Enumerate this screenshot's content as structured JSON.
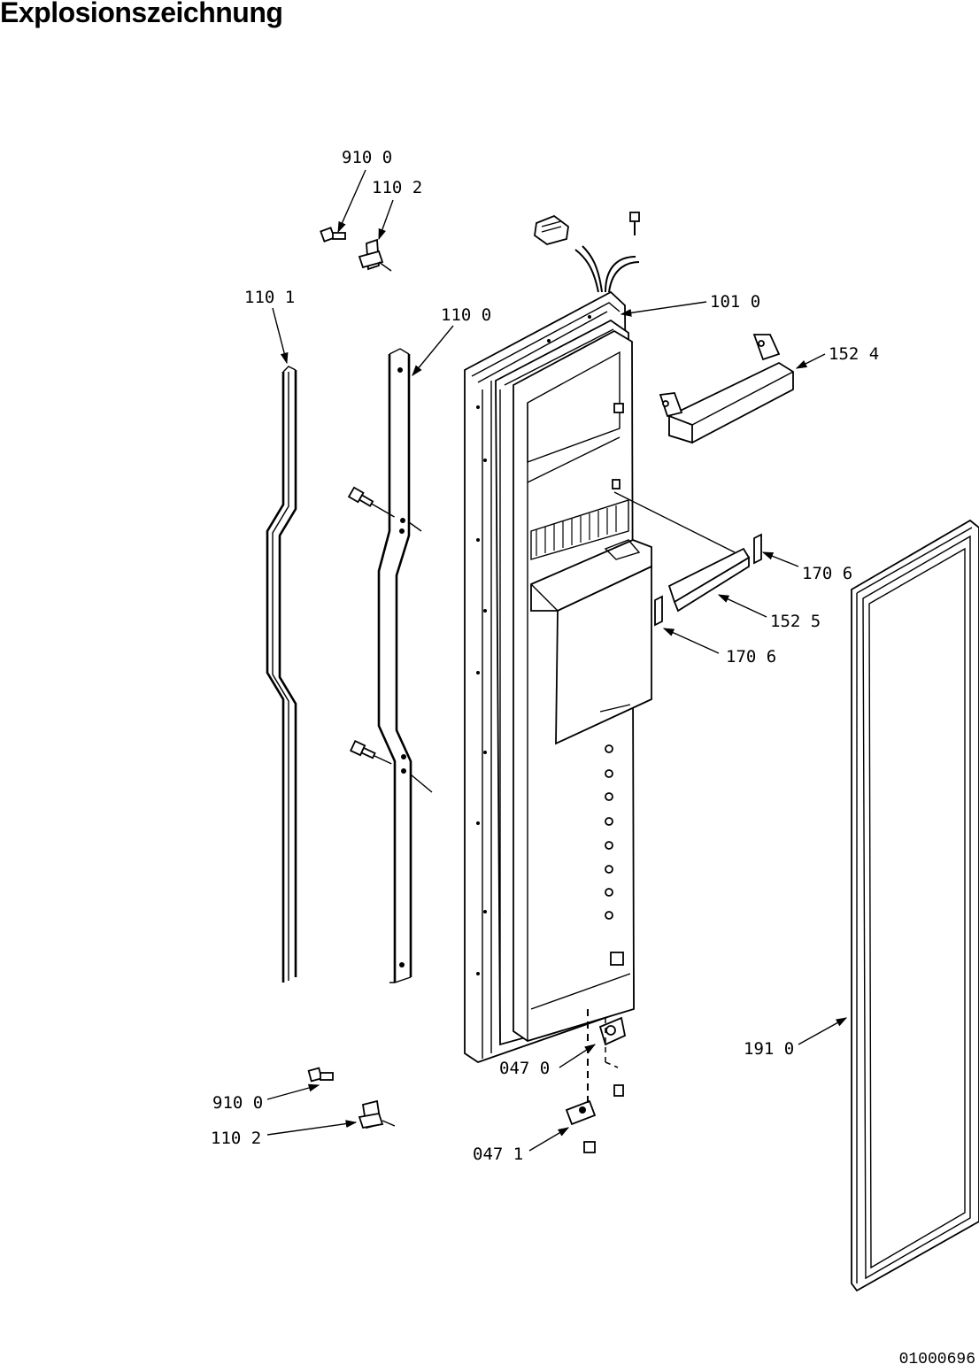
{
  "page": {
    "title": "Explosionszeichnung",
    "drawing_number": "01000696"
  },
  "callouts": [
    {
      "id": "c-910-0-top",
      "text": "910 0"
    },
    {
      "id": "c-110-2-top",
      "text": "110 2"
    },
    {
      "id": "c-110-1",
      "text": "110 1"
    },
    {
      "id": "c-110-0",
      "text": "110 0"
    },
    {
      "id": "c-101-0",
      "text": "101 0"
    },
    {
      "id": "c-152-4",
      "text": "152 4"
    },
    {
      "id": "c-170-6-top",
      "text": "170 6"
    },
    {
      "id": "c-152-5",
      "text": "152 5"
    },
    {
      "id": "c-170-6-bottom",
      "text": "170 6"
    },
    {
      "id": "c-191-0",
      "text": "191 0"
    },
    {
      "id": "c-047-0",
      "text": "047 0"
    },
    {
      "id": "c-910-0-bottom",
      "text": "910 0"
    },
    {
      "id": "c-110-2-bottom",
      "text": "110 2"
    },
    {
      "id": "c-047-1",
      "text": "047 1"
    }
  ],
  "parts": [
    {
      "name": "wire-harness-connector"
    },
    {
      "name": "door-frame"
    },
    {
      "name": "dispenser-housing"
    },
    {
      "name": "door-bin"
    },
    {
      "name": "trim-strip"
    },
    {
      "name": "end-caps"
    },
    {
      "name": "door-gasket"
    },
    {
      "name": "door-handle"
    },
    {
      "name": "handle-retainer"
    },
    {
      "name": "hinge-brackets"
    },
    {
      "name": "screws"
    }
  ]
}
